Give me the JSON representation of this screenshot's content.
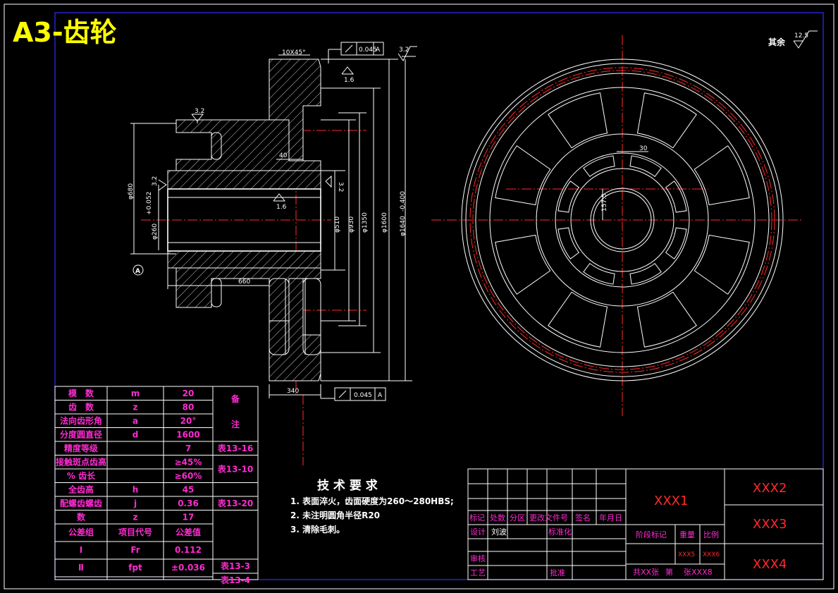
{
  "title": "A3-齿轮",
  "roughness_note": {
    "prefix": "其余",
    "value": "12.5"
  },
  "dims": {
    "chamfer": "10X45°",
    "tol1": "0.045",
    "datum": "A",
    "tol2": "0.045",
    "rough_top": "3.2",
    "rough_left": "3.2",
    "rough_hub": "3.2",
    "rough_bore": "3.2",
    "rough_16a": "1.6",
    "rough_16b": "1.6",
    "d40": "40",
    "d660": "660",
    "d340": "340",
    "phi680": "φ680",
    "phi260": "φ260",
    "phi260_tol": "+0.052",
    "phi510": "φ510",
    "phi930": "φ930",
    "phi1350": "φ1350",
    "phi1600": "φ1600",
    "phi1640": "φ1640",
    "phi1640_tol": "-0.400",
    "d30": "30",
    "r157": "157.5"
  },
  "params": {
    "rows": [
      [
        "模　数",
        "m",
        "20"
      ],
      [
        "齿　数",
        "z",
        "80"
      ],
      [
        "法向齿形角",
        "a",
        "20°"
      ],
      [
        "分度圆直径",
        "d",
        "1600"
      ],
      [
        "精度等级",
        "",
        "7"
      ],
      [
        "接触斑点齿高",
        "",
        "≥45%"
      ],
      [
        "% 齿长",
        "",
        "≥60%"
      ],
      [
        "全齿高",
        "h",
        "45"
      ],
      [
        "配螺齿螺齿",
        "j",
        "0.36"
      ],
      [
        "数",
        "z",
        "17"
      ],
      [
        "公差组",
        "项目代号",
        "公差值"
      ],
      [
        "Ⅰ",
        "Fr",
        "0.112"
      ],
      [
        "Ⅱ",
        "fpt",
        "±0.036"
      ]
    ],
    "notes": [
      "备",
      "注",
      "表13-16",
      "表13-10",
      "表13-20",
      "表13-3",
      "表13-4"
    ]
  },
  "tech": {
    "heading": "技 术 要 求",
    "items": [
      "1. 表面淬火，齿面硬度为260～280HBS;",
      "2. 未注明圆角半径R20",
      "3. 清除毛刺。"
    ]
  },
  "titleblock": {
    "headers": [
      "标记",
      "处数",
      "分区",
      "更改文件号",
      "签名",
      "年月日"
    ],
    "design": "设计",
    "designer": "刘波",
    "standard": "标准化",
    "review": "审核",
    "process": "工艺",
    "approve": "批准",
    "stage": "阶段标记",
    "weight": "重量",
    "scale": "比例",
    "x1": "XXX1",
    "x2": "XXX2",
    "x3": "XXX3",
    "x4": "XXX4",
    "x5": "XXX5",
    "x6": "XXX6",
    "sheet_total": "共XX张",
    "sheet_no": "第",
    "sheet_label": "张XXX8"
  },
  "colors": {
    "line": "#ffffff",
    "center": "#ff2a2a",
    "frame": "#3030ff",
    "title": "#ffff00",
    "table_text": "#ff2bd2"
  }
}
